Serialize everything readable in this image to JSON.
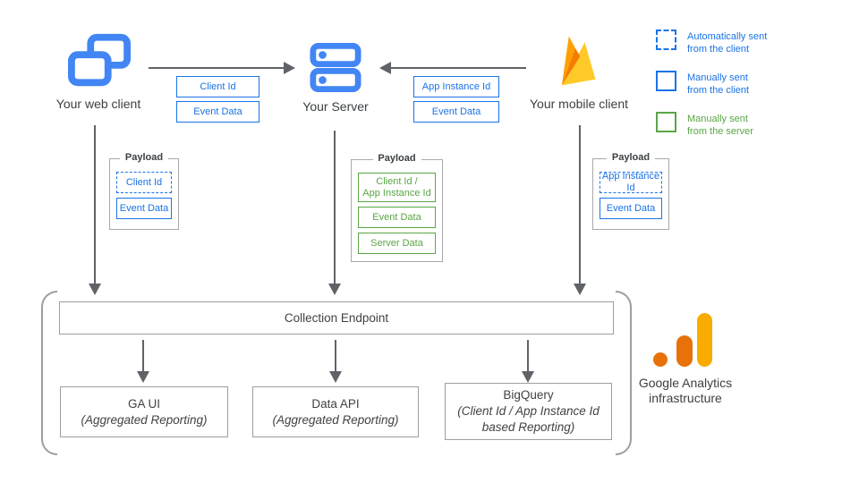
{
  "nodes": {
    "web_client": {
      "label": "Your web client"
    },
    "server": {
      "label": "Your Server"
    },
    "mobile_client": {
      "label": "Your mobile client"
    }
  },
  "flows": {
    "web_to_server": {
      "items": [
        "Client Id",
        "Event Data"
      ]
    },
    "mobile_to_server": {
      "items": [
        "App Instance Id",
        "Event Data"
      ]
    }
  },
  "payloads": {
    "title": "Payload",
    "web": {
      "items": [
        "Client Id",
        "Event Data"
      ]
    },
    "server": {
      "items": [
        "Client Id /\nApp Instance Id",
        "Event Data",
        "Server Data"
      ]
    },
    "mobile": {
      "items": [
        "App Instance Id",
        "Event Data"
      ]
    }
  },
  "legend": {
    "items": [
      {
        "line1": "Automatically sent",
        "line2": "from the client"
      },
      {
        "line1": "Manually sent",
        "line2": "from the client"
      },
      {
        "line1": "Manually sent",
        "line2": "from the server"
      }
    ]
  },
  "infrastructure": {
    "endpoint_label": "Collection Endpoint",
    "outputs": [
      {
        "title": "GA UI",
        "subtitle": "(Aggregated Reporting)"
      },
      {
        "title": "Data API",
        "subtitle": "(Aggregated Reporting)"
      },
      {
        "title": "BigQuery",
        "subtitle": "(Client Id / App Instance Id based Reporting)"
      }
    ],
    "caption": {
      "line1": "Google Analytics",
      "line2": "infrastructure"
    }
  },
  "colors": {
    "blue": "#1a73e8",
    "green": "#5aa646",
    "icon_blue": "#4285f4",
    "arrow_gray": "#5f6368",
    "box_border_gray": "#9e9e9e",
    "firebase_yellow": "#ffca28",
    "firebase_orange": "#ffa000",
    "firebase_dark_orange": "#f57c00",
    "ga_orange": "#e8710a",
    "ga_amber": "#f9ab00"
  }
}
